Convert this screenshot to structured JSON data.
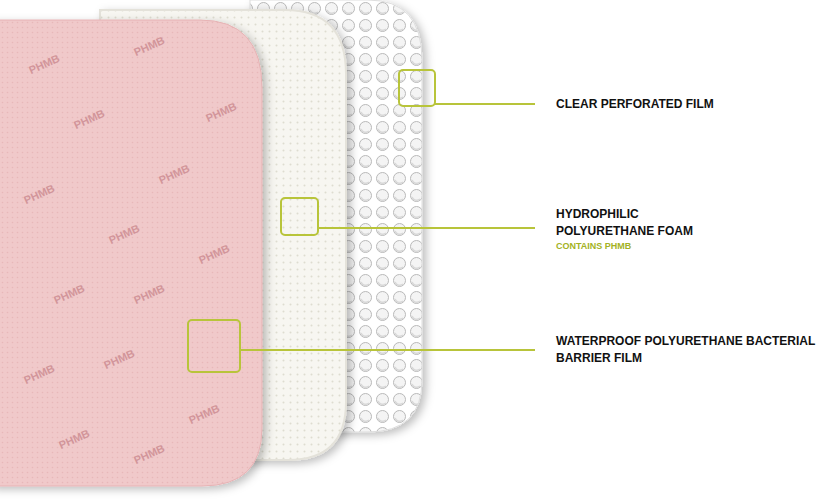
{
  "diagram": {
    "labels": [
      "CLEAR PERFORATED FILM",
      "HYDROPHILIC POLYURETHANE FOAM",
      "CONTAINS PHMB",
      "WATERPROOF POLYURETHANE BACTERIAL BARRIER FILM",
      "PHMB",
      "PHMB",
      "PHMB",
      "PHMB",
      "PHMB",
      "PHMB",
      "PHMB",
      "PHMB",
      "PHMB",
      "PHMB",
      "PHMB",
      "PHMB",
      "PHMB",
      "PHMB",
      "PHMB"
    ]
  }
}
